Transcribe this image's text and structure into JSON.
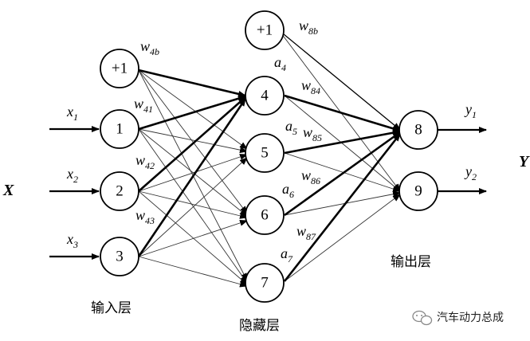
{
  "nodes": {
    "in_bias": "+1",
    "in1": "1",
    "in2": "2",
    "in3": "3",
    "hid_bias": "+1",
    "h4": "4",
    "h5": "5",
    "h6": "6",
    "h7": "7",
    "o8": "8",
    "o9": "9"
  },
  "weights": {
    "w4b": {
      "base": "w",
      "sub": "4b"
    },
    "w41": {
      "base": "w",
      "sub": "41"
    },
    "w42": {
      "base": "w",
      "sub": "42"
    },
    "w43": {
      "base": "w",
      "sub": "43"
    },
    "w8b": {
      "base": "w",
      "sub": "8b"
    },
    "w84": {
      "base": "w",
      "sub": "84"
    },
    "w85": {
      "base": "w",
      "sub": "85"
    },
    "w86": {
      "base": "w",
      "sub": "86"
    },
    "w87": {
      "base": "w",
      "sub": "87"
    }
  },
  "activations": {
    "a4": {
      "base": "a",
      "sub": "4"
    },
    "a5": {
      "base": "a",
      "sub": "5"
    },
    "a6": {
      "base": "a",
      "sub": "6"
    },
    "a7": {
      "base": "a",
      "sub": "7"
    }
  },
  "inputs": {
    "x1": {
      "base": "x",
      "sub": "1"
    },
    "x2": {
      "base": "x",
      "sub": "2"
    },
    "x3": {
      "base": "x",
      "sub": "3"
    }
  },
  "outputs": {
    "y1": {
      "base": "y",
      "sub": "1"
    },
    "y2": {
      "base": "y",
      "sub": "2"
    }
  },
  "vector_in": "X",
  "vector_out": "Y",
  "layers": {
    "input": "输入层",
    "hidden": "隐藏层",
    "output": "输出层"
  },
  "watermark": "汽车动力总成"
}
